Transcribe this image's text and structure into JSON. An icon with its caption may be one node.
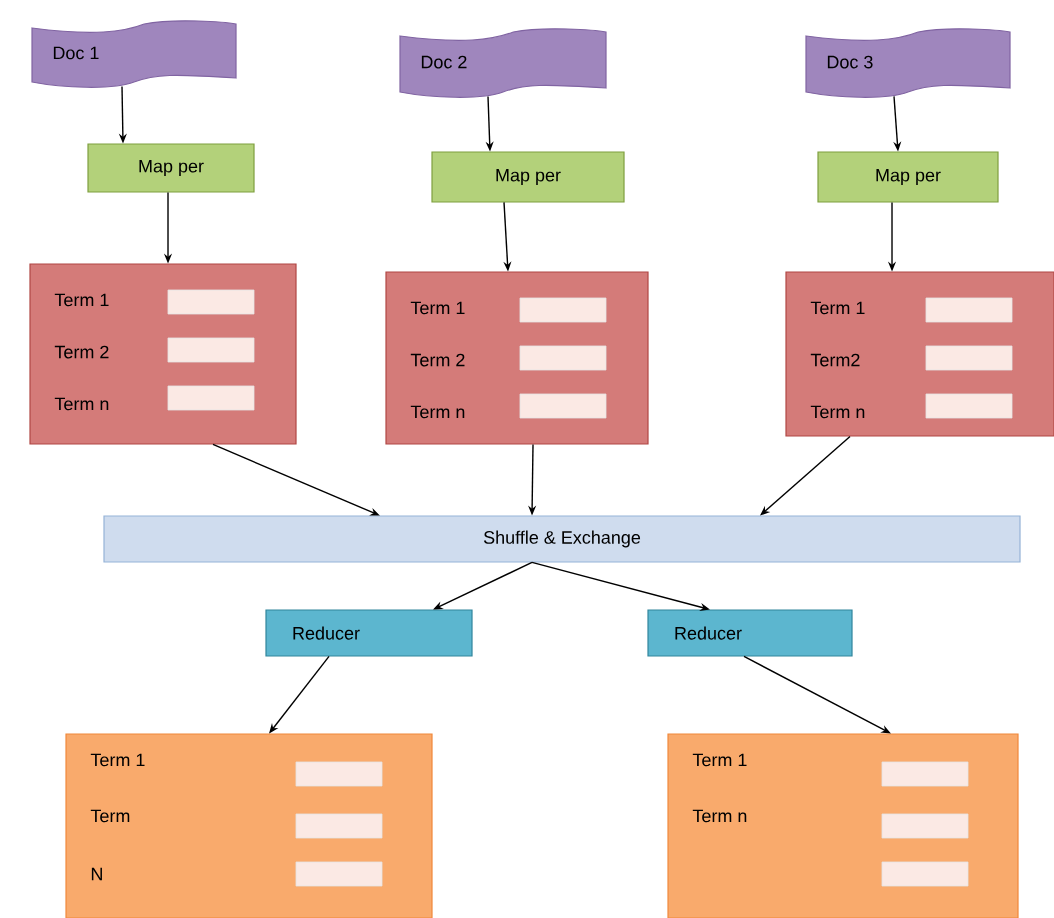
{
  "diagram": {
    "nodes": [
      {
        "text": [
          "Doc 1"
        ]
      },
      {
        "text": [
          "Doc 2"
        ]
      },
      {
        "text": [
          "Doc 3"
        ]
      },
      {
        "text": [
          "Map per"
        ]
      },
      {
        "text": [
          "Map per"
        ]
      },
      {
        "text": [
          "Map per"
        ]
      },
      {
        "text": [
          "Term 1",
          "Term 2",
          "Term n"
        ]
      },
      {
        "text": [
          "Term 1",
          "Term 2",
          "Term n"
        ]
      },
      {
        "text": [
          "Term 1",
          "Term2",
          "Term n"
        ]
      },
      {
        "text": [
          "Shuffle & Exchange"
        ]
      },
      {
        "text": [
          "Reducer"
        ]
      },
      {
        "text": [
          "Reducer"
        ]
      },
      {
        "text": [
          "Term 1",
          "Term",
          "N"
        ]
      },
      {
        "text": [
          "Term 1",
          "Term n"
        ]
      }
    ],
    "edges": [
      {
        "from": 0,
        "to": 3,
        "arrow": "to"
      },
      {
        "from": 1,
        "to": 4,
        "arrow": "to"
      },
      {
        "from": 2,
        "to": 5,
        "arrow": "to"
      },
      {
        "from": 3,
        "to": 6,
        "arrow": "to"
      },
      {
        "from": 4,
        "to": 7,
        "arrow": "to"
      },
      {
        "from": 5,
        "to": 8,
        "arrow": "to"
      },
      {
        "from": 6,
        "to": 9,
        "arrow": "to"
      },
      {
        "from": 7,
        "to": 9,
        "arrow": "to"
      },
      {
        "from": 8,
        "to": 9,
        "arrow": "to"
      },
      {
        "from": 9,
        "to": 10,
        "arrow": "to"
      },
      {
        "from": 9,
        "to": 11,
        "arrow": "to"
      },
      {
        "from": 10,
        "to": 12,
        "arrow": "to"
      },
      {
        "from": 11,
        "to": 13,
        "arrow": "to"
      }
    ]
  }
}
